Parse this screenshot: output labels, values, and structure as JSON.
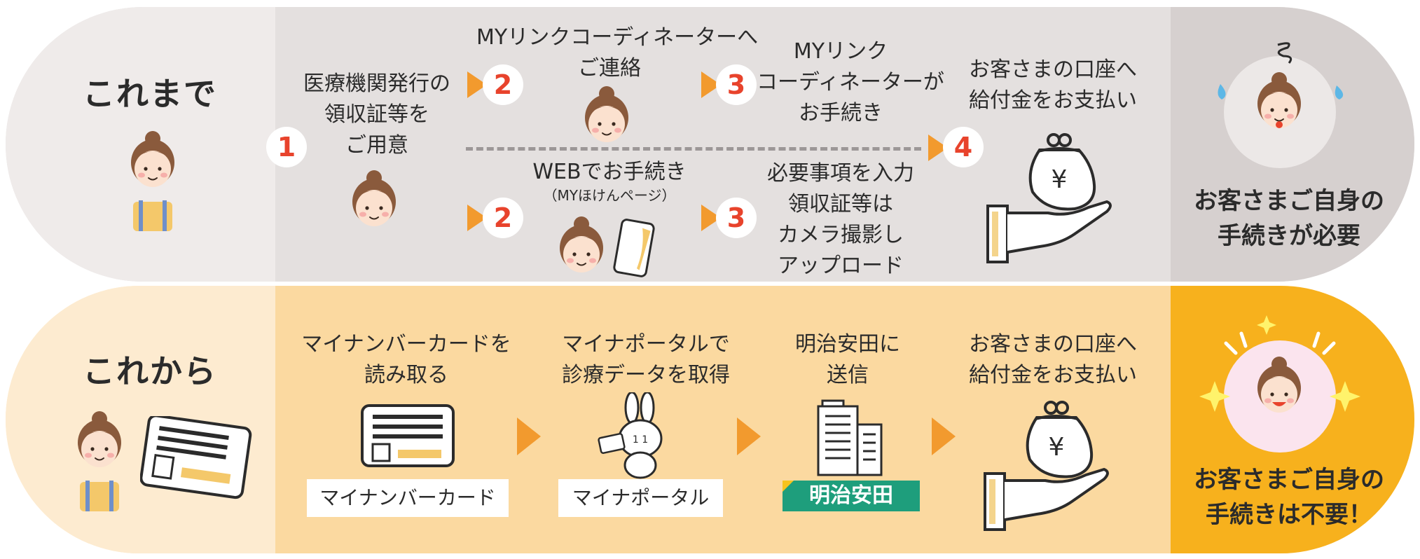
{
  "top": {
    "heading": "これまで",
    "step1_lines": [
      "医療機関発行の",
      "領収証等を",
      "ご用意"
    ],
    "step1_num": "1",
    "upper_path": {
      "step2_num": "2",
      "step2_lines": [
        "MYリンクコーディネーターへ",
        "ご連絡"
      ],
      "step3_num": "3",
      "step3_lines": [
        "MYリンク",
        "コーディネーターが",
        "お手続き"
      ]
    },
    "lower_path": {
      "step2_num": "2",
      "step2_title": "WEBでお手続き",
      "step2_sub": "（MYほけんページ）",
      "step3_num": "3",
      "step3_lines": [
        "必要事項を入力",
        "領収証等は",
        "カメラ撮影し",
        "アップロード"
      ]
    },
    "step4_num": "4",
    "step4_lines": [
      "お客さまの口座へ",
      "給付金をお支払い"
    ],
    "yen_symbol": "¥",
    "result_lines": [
      "お客さまご自身の",
      "手続きが必要"
    ]
  },
  "bottom": {
    "heading": "これから",
    "stepA_lines": [
      "マイナンバーカードを",
      "読み取る"
    ],
    "stepA_label": "マイナンバーカード",
    "stepB_lines": [
      "マイナポータルで",
      "診療データを取得"
    ],
    "stepB_label": "マイナポータル",
    "stepC_lines": [
      "明治安田に",
      "送信"
    ],
    "stepC_label": "明治安田",
    "stepD_lines": [
      "お客さまの口座へ",
      "給付金をお支払い"
    ],
    "yen_symbol": "¥",
    "result_lines": [
      "お客さまご自身の",
      "手続きは不要！"
    ]
  },
  "colors": {
    "accent_orange": "#f29a2e",
    "number_red": "#e8432c",
    "meiji_green": "#1e9e7c",
    "top_band": "#e4e0df",
    "bottom_band": "#fbd9a0",
    "bottom_result": "#f7b11d"
  },
  "icons": [
    "woman-icon",
    "smartphone-icon",
    "money-purse-hand-icon",
    "my-number-card-icon",
    "myna-rabbit-icon",
    "building-icon",
    "worried-face-icon",
    "happy-face-icon"
  ]
}
